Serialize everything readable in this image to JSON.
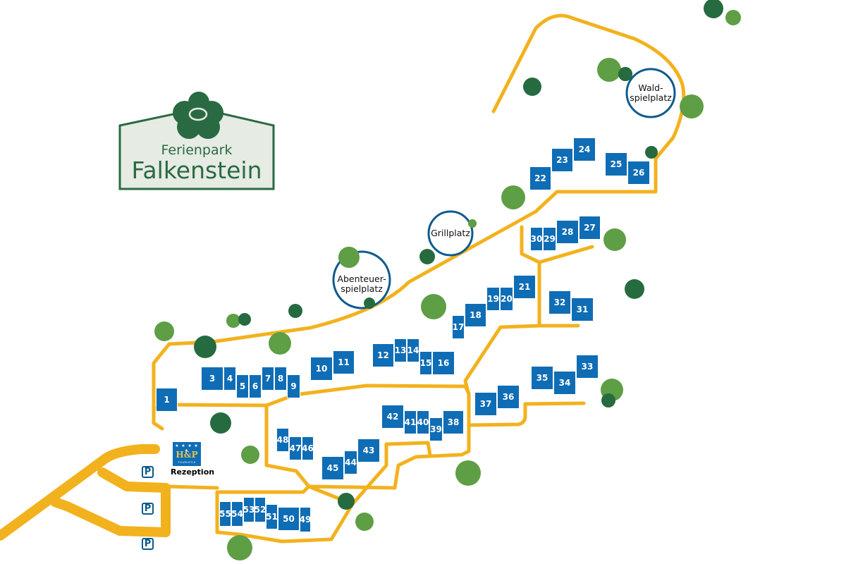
{
  "title": {
    "line1": "Ferienpark",
    "line2": "Falkenstein"
  },
  "colors": {
    "path": "#f2b21e",
    "house": "#0f6db5",
    "poi_ring": "#0d5b8e",
    "tree_light": "#5e9e45",
    "tree_dark": "#266b3f",
    "logo_green": "#2a6a42",
    "logo_bg": "#e6ebe4"
  },
  "reception": {
    "logo_stars": "★ ★ ★ ★ ★",
    "logo_main": "H&P",
    "logo_sub": "TOURISTIK",
    "label": "Rezeption"
  },
  "parking_label": "P",
  "pois": {
    "waldspielplatz": {
      "line1": "Wald-",
      "line2": "spielplatz"
    },
    "grillplatz": {
      "line1": "Grillplatz"
    },
    "abenteuerspielplatz": {
      "line1": "Abenteuer-",
      "line2": "spielplatz"
    }
  },
  "houses": [
    "1",
    "3",
    "4",
    "5",
    "6",
    "7",
    "8",
    "9",
    "10",
    "11",
    "12",
    "13",
    "14",
    "15",
    "16",
    "17",
    "18",
    "19",
    "20",
    "21",
    "22",
    "23",
    "24",
    "25",
    "26",
    "27",
    "28",
    "29",
    "30",
    "31",
    "32",
    "33",
    "34",
    "35",
    "36",
    "37",
    "38",
    "39",
    "40",
    "41",
    "42",
    "43",
    "44",
    "45",
    "46",
    "47",
    "48",
    "49",
    "50",
    "51",
    "52",
    "53",
    "54",
    "55"
  ]
}
